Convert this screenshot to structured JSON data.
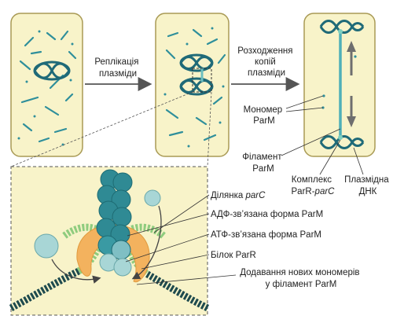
{
  "labels": {
    "replication_line1": "Реплікація",
    "replication_line2": "плазміди",
    "segregation_line1": "Розходження",
    "segregation_line2": "копій",
    "segregation_line3": "плазміди",
    "monomer_line1": "Мономер",
    "monomer_line2": "ParM",
    "filament_line1": "Філамент",
    "filament_line2": "ParM",
    "complex_line1": "Комплекс",
    "complex_line2_a": "ParR-",
    "complex_line2_b": "parC",
    "plasmid_dna_line1": "Плазмідна",
    "plasmid_dna_line2": "ДНК",
    "parc_site_a": "Ділянка ",
    "parc_site_b": "parC",
    "adp_form": "АДФ-зв’язана форма ParM",
    "atp_form": "АТФ-зв’язана форма ParM",
    "parr_protein": "Білок ParR",
    "adding_line1": "Додавання нових мономерів",
    "adding_line2": "у філамент ParM"
  },
  "colors": {
    "cell_fill": "#f8f3c9",
    "cell_stroke": "#a99a55",
    "dna_teal": "#1f6a78",
    "filament_teal": "#2f8f9b",
    "monomer_light": "#a8d6d6",
    "parr_orange": "#f3b25e",
    "adp_green": "#9ccf8a",
    "arrow_gray": "#6e6e6e"
  }
}
